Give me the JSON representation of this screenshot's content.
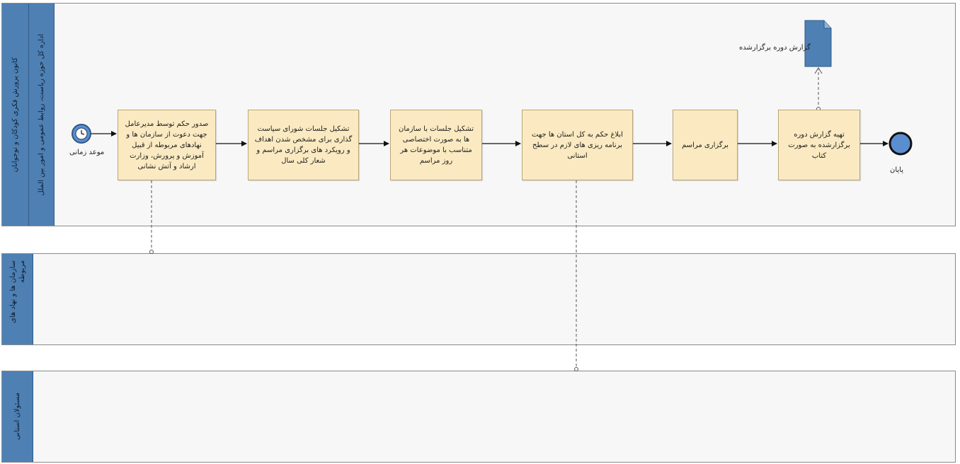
{
  "pools": {
    "pool1_title": "کانون پرورش فکری کودکان و نوجوانان",
    "lane1_title": "اداره کل حوزه ریاست، روابط عمومی و امور بین الملل",
    "lane2_title": "سازمان ها و نهاد های مربوطه",
    "lane3_title": "مسئولان استانی"
  },
  "events": {
    "start_label": "موعد زمانی",
    "end_label": "پایان"
  },
  "tasks": [
    "صدور حکم توسط مدیرعامل جهت دعوت از سازمان ها و نهادهای مربوطه از قبیل آموزش و پرورش، وزارت ارشاد و آتش نشانی",
    "تشکیل جلسات شورای سیاست گذاری برای مشخص شدن اهداف و رویکرد های برگزاری مراسم و شعار کلی سال",
    "تشکیل جلسات با سازمان ها به صورت اختصاصی متناسب با موضوعات هر روز مراسم",
    "ابلاغ حکم به کل استان ها جهت برنامه ریزی های لازم در سطح استانی",
    "برگزاری مراسم",
    "تهیه گزارش دوره برگزارشده به صورت کتاب"
  ],
  "document": {
    "label": "گزارش دوره برگزارشده"
  },
  "colors": {
    "header_blue": "#4e80b4",
    "task_fill": "#fbeac1",
    "event_fill": "#5b8ed0"
  }
}
